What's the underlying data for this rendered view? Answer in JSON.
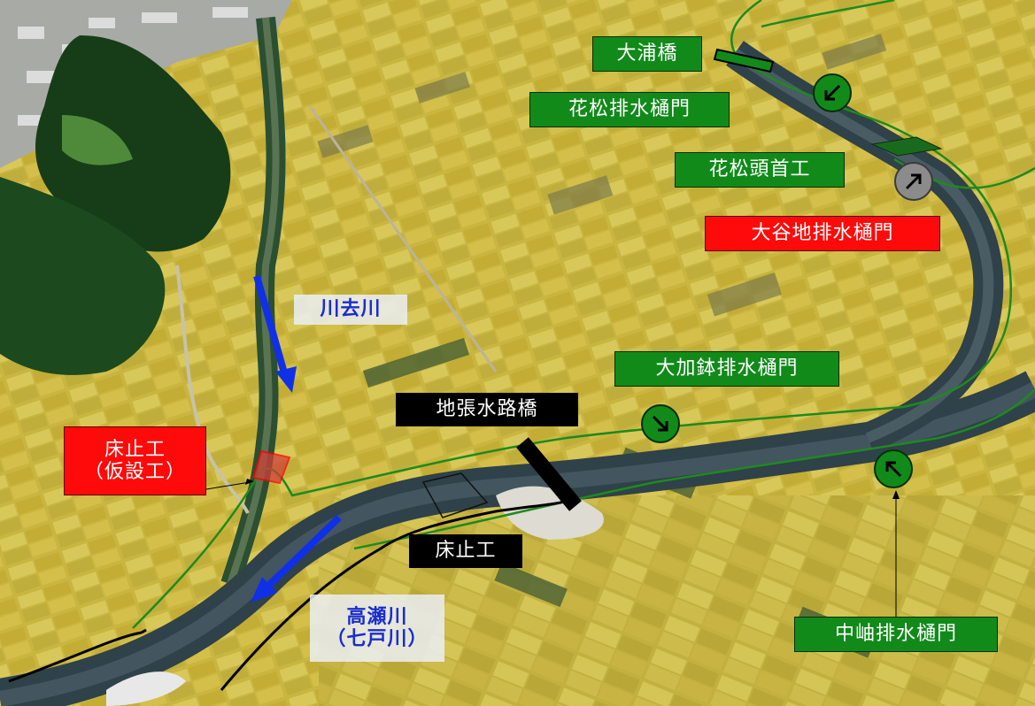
{
  "labels": {
    "oura_bridge": "大浦橋",
    "hanamatsu_gate": "花松排水樋門",
    "hanamatsu_weir": "花松頭首工",
    "oyachi_gate": "大谷地排水樋門",
    "kawasari_river": "川去川",
    "okabachi_gate": "大加鉢排水樋門",
    "jibari_bridge": "地張水路橋",
    "tokodome_temp_1": "床止工",
    "tokodome_temp_2": "（仮設工）",
    "tokodome": "床止工",
    "takase_river_1": "高瀬川",
    "takase_river_2": "（七戸川）",
    "nakakuki_gate": "中岫排水樋門"
  },
  "icons": {
    "oura_gate_arrow": "arrow-down-left-icon",
    "hanamatsu_weir_arrow": "arrow-up-right-icon",
    "okabachi_arrow": "arrow-down-right-icon",
    "nakakuki_arrow": "arrow-up-left-icon"
  },
  "colors": {
    "green_label": "#118a1a",
    "red_label": "#ff0a0a",
    "river_text": "#1a2dd0",
    "flow_arrow": "#1030e8",
    "levee_line": "#1e8a1e"
  }
}
